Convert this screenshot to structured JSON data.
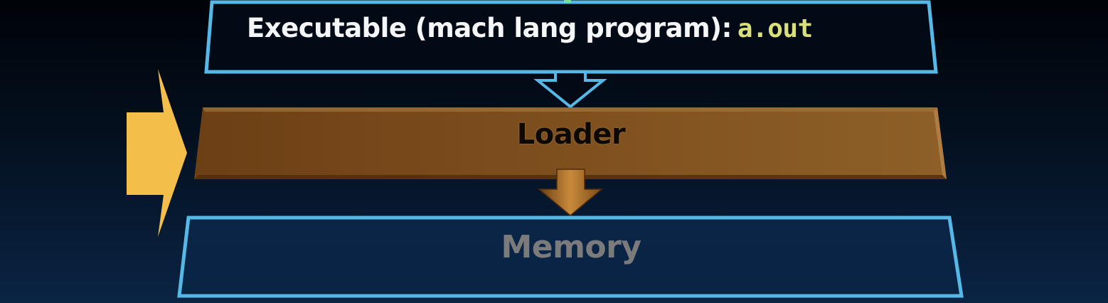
{
  "slide": {
    "executable_label": "Executable (mach lang program):",
    "executable_code": "a.out",
    "loader_label": "Loader",
    "memory_label": "Memory"
  },
  "colors": {
    "outline_blue": "#56b8e6",
    "loader_brown": "#7b4c1c",
    "pointer_gold": "#f4be4a",
    "code_yellow": "#d9e07a",
    "memory_gray": "#7b7b7b"
  },
  "icons": {
    "pointer": "right-arrow-icon",
    "flow_top": "down-arrow-icon",
    "flow_bottom": "down-arrow-icon"
  }
}
